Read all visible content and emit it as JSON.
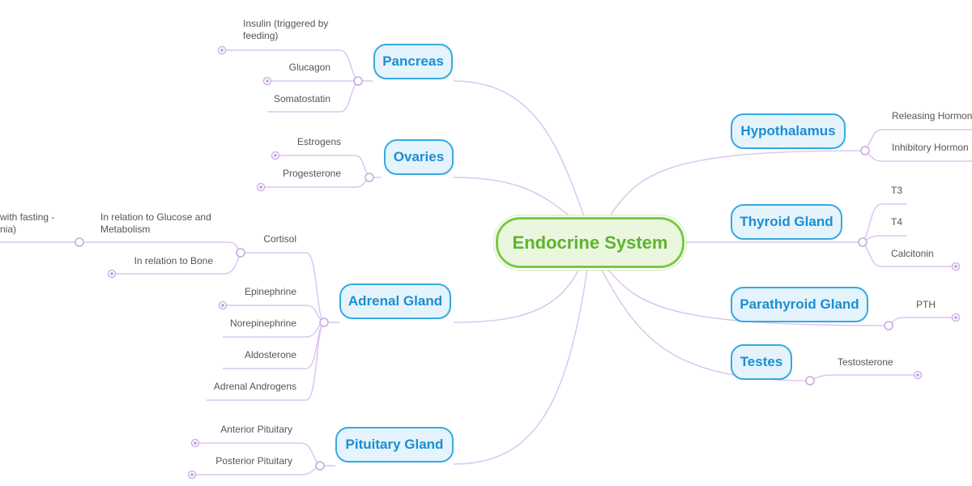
{
  "map": {
    "central": "Endocrine System",
    "topics": {
      "pancreas": {
        "label": "Pancreas",
        "items": [
          "Insulin (triggered by feeding)",
          "Glucagon",
          "Somatostatin"
        ]
      },
      "ovaries": {
        "label": "Ovaries",
        "items": [
          "Estrogens",
          "Progesterone"
        ]
      },
      "adrenal": {
        "label": "Adrenal Gland",
        "cortisol": "Cortisol",
        "cortisol_items": [
          "In relation to Glucose and Metabolism",
          "In relation to Bone"
        ],
        "truncated_fragment": "with fasting -\nnia)",
        "items": [
          "Epinephrine",
          "Norepinephrine",
          "Aldosterone",
          "Adrenal Androgens"
        ]
      },
      "pituitary": {
        "label": "Pituitary Gland",
        "items": [
          "Anterior Pituitary",
          "Posterior Pituitary"
        ]
      },
      "hypothalamus": {
        "label": "Hypothalamus",
        "items": [
          "Releasing Hormon",
          "Inhibitory Hormon"
        ]
      },
      "thyroid": {
        "label": "Thyroid Gland",
        "items": [
          "T3",
          "T4",
          "Calcitonin"
        ]
      },
      "parathyroid": {
        "label": "Parathyroid Gland",
        "items": [
          "PTH"
        ]
      },
      "testes": {
        "label": "Testes",
        "items": [
          "Testosterone"
        ]
      }
    }
  },
  "colors": {
    "central": "#7ac943",
    "topic": "#36a9e1",
    "edge": "#dcc6ef",
    "connector": "#c6a8e2"
  }
}
